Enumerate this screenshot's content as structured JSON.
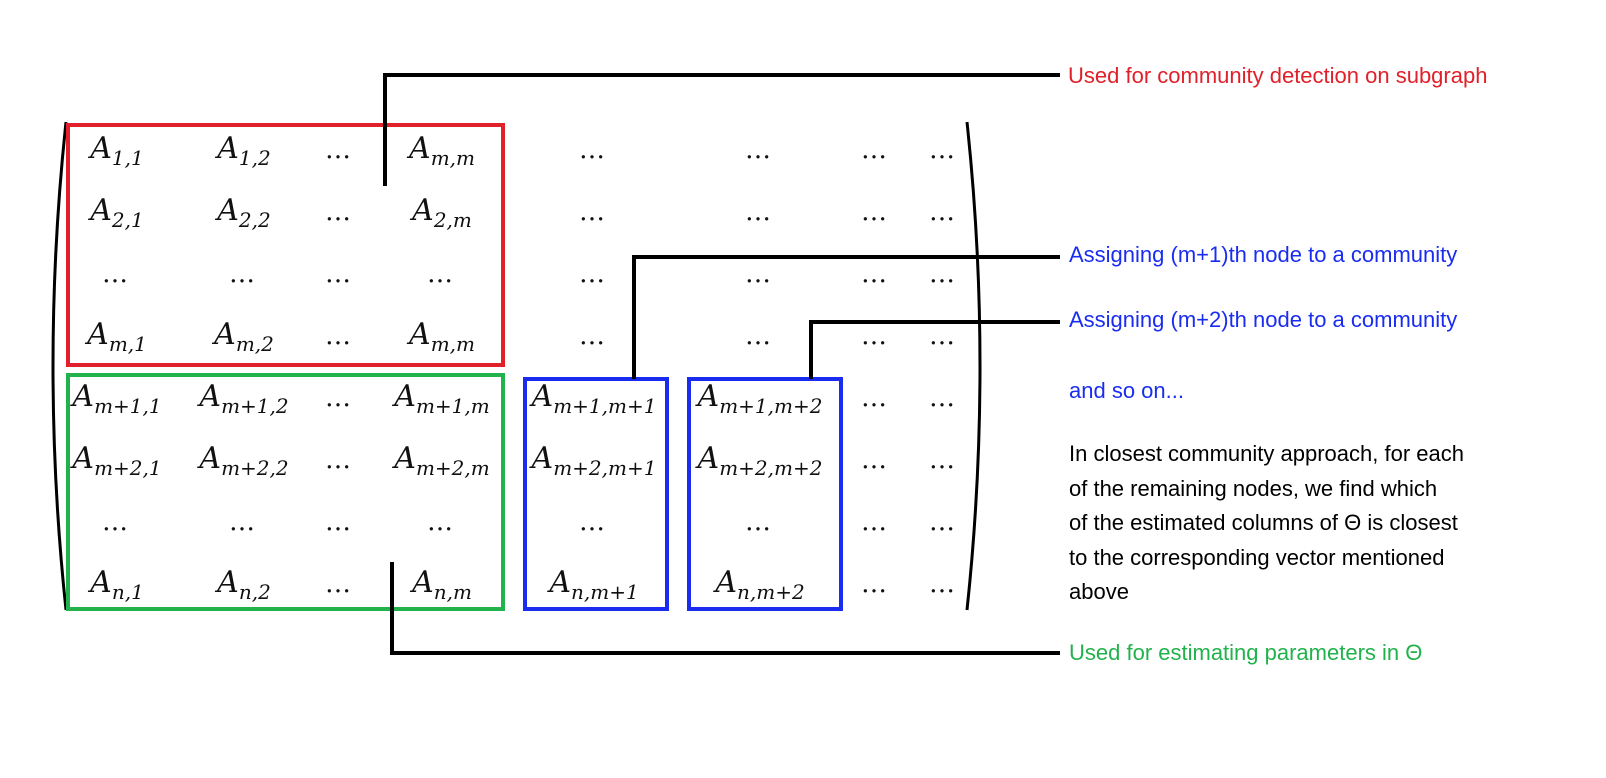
{
  "colors": {
    "red": "#e0202a",
    "green": "#22b24c",
    "blue": "#1a2cf0",
    "black": "#000000"
  },
  "matrix": {
    "rows": [
      [
        [
          "A",
          "1,1"
        ],
        [
          "A",
          "1,2"
        ],
        [
          "…",
          ""
        ],
        [
          "A",
          "m,m"
        ],
        [
          "…",
          ""
        ],
        [
          "…",
          ""
        ],
        [
          "…",
          ""
        ],
        [
          "…",
          ""
        ]
      ],
      [
        [
          "A",
          "2,1"
        ],
        [
          "A",
          "2,2"
        ],
        [
          "…",
          ""
        ],
        [
          "A",
          "2,m"
        ],
        [
          "…",
          ""
        ],
        [
          "…",
          ""
        ],
        [
          "…",
          ""
        ],
        [
          "…",
          ""
        ]
      ],
      [
        [
          "…",
          ""
        ],
        [
          "…",
          ""
        ],
        [
          "…",
          ""
        ],
        [
          "…",
          ""
        ],
        [
          "…",
          ""
        ],
        [
          "…",
          ""
        ],
        [
          "…",
          ""
        ],
        [
          "…",
          ""
        ]
      ],
      [
        [
          "A",
          "m,1"
        ],
        [
          "A",
          "m,2"
        ],
        [
          "…",
          ""
        ],
        [
          "A",
          "m,m"
        ],
        [
          "…",
          ""
        ],
        [
          "…",
          ""
        ],
        [
          "…",
          ""
        ],
        [
          "…",
          ""
        ]
      ],
      [
        [
          "A",
          "m+1,1"
        ],
        [
          "A",
          "m+1,2"
        ],
        [
          "…",
          ""
        ],
        [
          "A",
          "m+1,m"
        ],
        [
          "A",
          "m+1,m+1"
        ],
        [
          "A",
          "m+1,m+2"
        ],
        [
          "…",
          ""
        ],
        [
          "…",
          ""
        ]
      ],
      [
        [
          "A",
          "m+2,1"
        ],
        [
          "A",
          "m+2,2"
        ],
        [
          "…",
          ""
        ],
        [
          "A",
          "m+2,m"
        ],
        [
          "A",
          "m+2,m+1"
        ],
        [
          "A",
          "m+2,m+2"
        ],
        [
          "…",
          ""
        ],
        [
          "…",
          ""
        ]
      ],
      [
        [
          "…",
          ""
        ],
        [
          "…",
          ""
        ],
        [
          "…",
          ""
        ],
        [
          "…",
          ""
        ],
        [
          "…",
          ""
        ],
        [
          "…",
          ""
        ],
        [
          "…",
          ""
        ],
        [
          "…",
          ""
        ]
      ],
      [
        [
          "A",
          "n,1"
        ],
        [
          "A",
          "n,2"
        ],
        [
          "…",
          ""
        ],
        [
          "A",
          "n,m"
        ],
        [
          "A",
          "n,m+1"
        ],
        [
          "A",
          "n,m+2"
        ],
        [
          "…",
          ""
        ],
        [
          "…",
          ""
        ]
      ]
    ]
  },
  "annotations": {
    "subgraph": "Used for community detection on subgraph",
    "assign_m1": "Assigning (m+1)th node to a community",
    "assign_m2": "Assigning (m+2)th node to a community",
    "and_so_on": "and so on...",
    "closest": [
      "In closest community approach, for each",
      "of the remaining nodes, we find which",
      "of the estimated columns of Θ is closest",
      "to the corresponding vector mentioned",
      "above"
    ],
    "estimating": "Used for estimating parameters in Θ"
  }
}
